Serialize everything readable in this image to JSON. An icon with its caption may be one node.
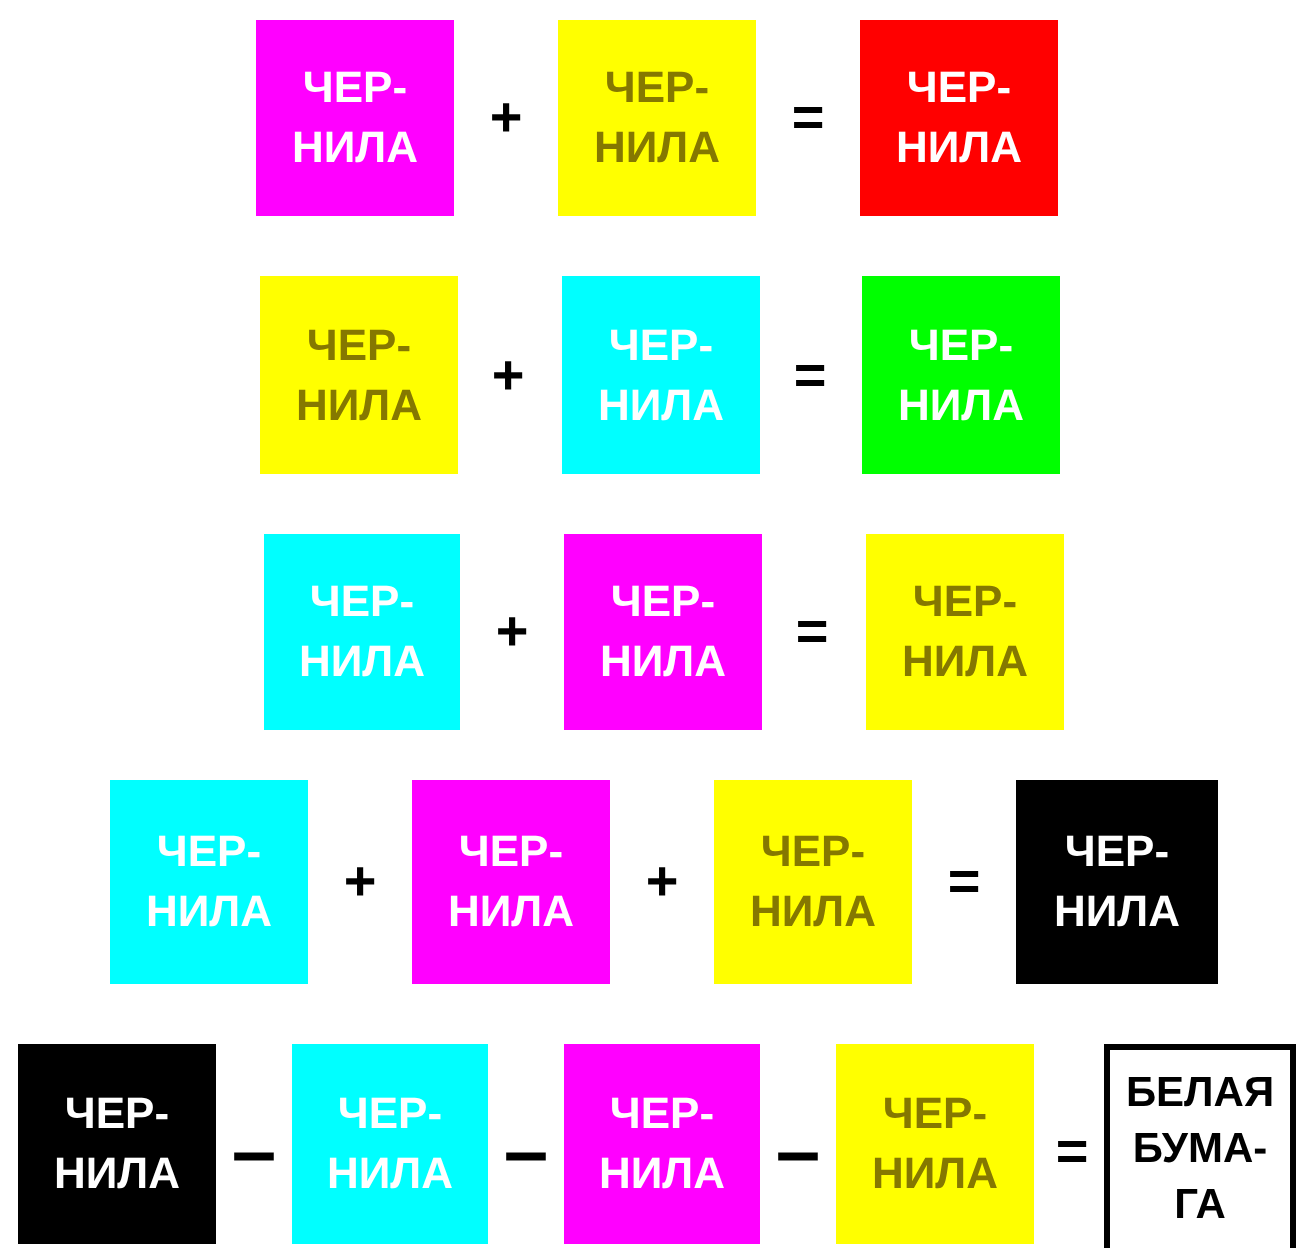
{
  "diagram": {
    "nodes": [
      {
        "text": [
          "ЧЕР- НИЛА"
        ]
      },
      {
        "text": [
          "ЧЕР- НИЛА"
        ]
      },
      {
        "text": [
          "ЧЕР- НИЛА"
        ]
      },
      {
        "text": [
          "ЧЕР- НИЛА"
        ]
      },
      {
        "text": [
          "ЧЕР- НИЛА"
        ]
      },
      {
        "text": [
          "ЧЕР- НИЛА"
        ]
      },
      {
        "text": [
          "ЧЕР- НИЛА"
        ]
      },
      {
        "text": [
          "ЧЕР- НИЛА"
        ]
      },
      {
        "text": [
          "ЧЕР- НИЛА"
        ]
      },
      {
        "text": [
          "ЧЕР- НИЛА"
        ]
      },
      {
        "text": [
          "ЧЕР- НИЛА"
        ]
      },
      {
        "text": [
          "ЧЕР- НИЛА"
        ]
      },
      {
        "text": [
          "ЧЕР- НИЛА"
        ]
      },
      {
        "text": [
          "ЧЕР- НИЛА"
        ]
      },
      {
        "text": [
          "ЧЕР- НИЛА"
        ]
      },
      {
        "text": [
          "ЧЕР- НИЛА"
        ]
      },
      {
        "text": [
          "ЧЕР- НИЛА"
        ]
      },
      {
        "text": [
          "БЕЛАЯ БУМА- ГА"
        ]
      }
    ],
    "labels": [
      "+",
      "=",
      "+",
      "=",
      "+",
      "=",
      "+",
      "+",
      "=",
      "–",
      "–",
      "–",
      "="
    ]
  }
}
